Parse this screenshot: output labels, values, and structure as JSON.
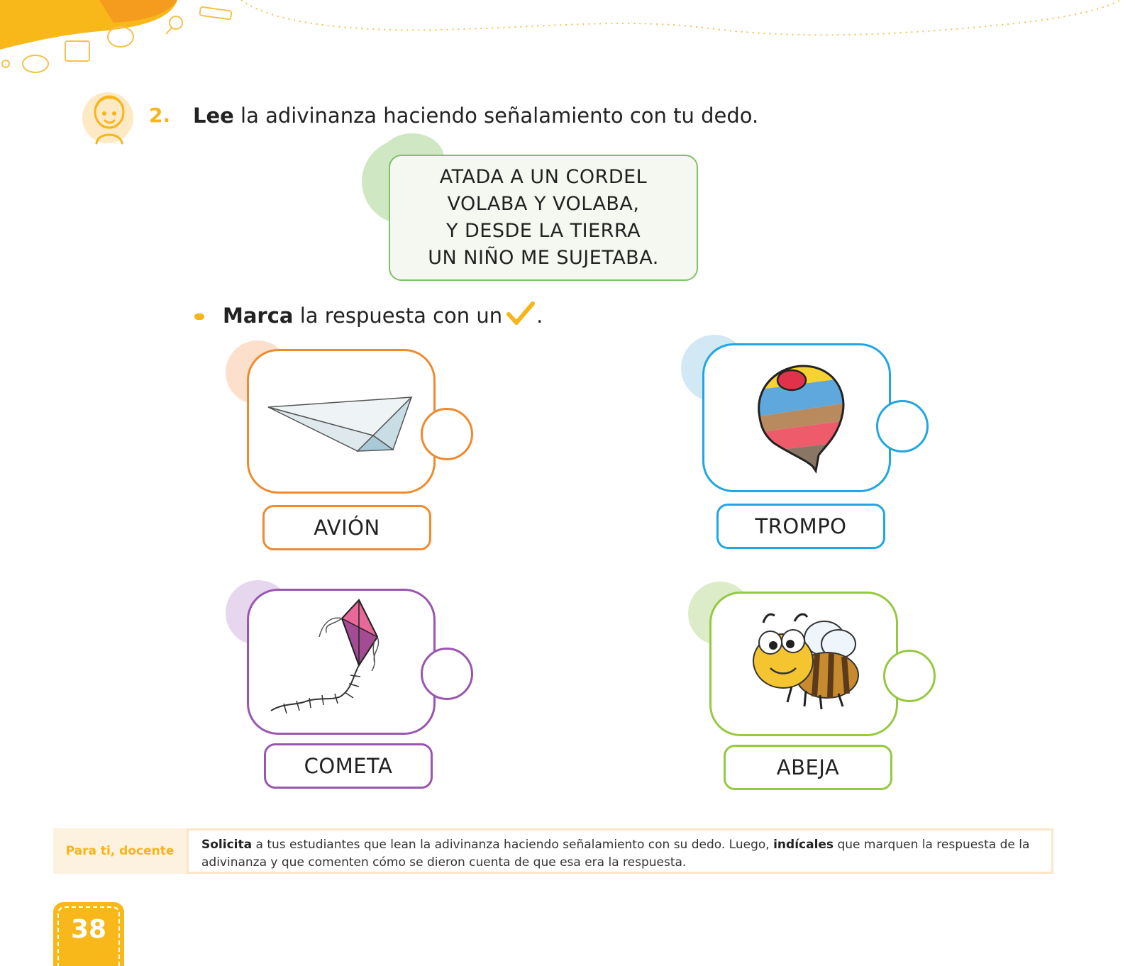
{
  "exercise": {
    "number": "2.",
    "instruction_bold": "Lee",
    "instruction_rest": " la adivinanza haciendo señalamiento con tu dedo."
  },
  "riddle": {
    "lines": [
      "ATADA A UN CORDEL",
      "VOLABA Y VOLABA,",
      "Y DESDE LA TIERRA",
      "UN NIÑO ME SUJETABA."
    ]
  },
  "task": {
    "bold": "Marca",
    "rest": " la respuesta con un",
    "end": "."
  },
  "options": [
    {
      "label": "AVIÓN",
      "color": "#ef8a2e",
      "icon": "paper-plane-icon"
    },
    {
      "label": "TROMPO",
      "color": "#1ea7e1",
      "icon": "spinning-top-icon"
    },
    {
      "label": "COMETA",
      "color": "#9a55b0",
      "icon": "kite-icon"
    },
    {
      "label": "ABEJA",
      "color": "#95c940",
      "icon": "bee-icon"
    }
  ],
  "teacher_note": {
    "title": "Para ti, docente",
    "bold1": "Solicita",
    "text1": " a tus estudiantes que lean la adivinanza haciendo señalamiento con su dedo. Luego, ",
    "bold2": "indícales",
    "text2": " que marquen la respuesta de la adivinanza y que comenten cómo se dieron cuenta de que esa era la respuesta."
  },
  "page_number": "38",
  "colors": {
    "accent": "#f6b51a"
  }
}
